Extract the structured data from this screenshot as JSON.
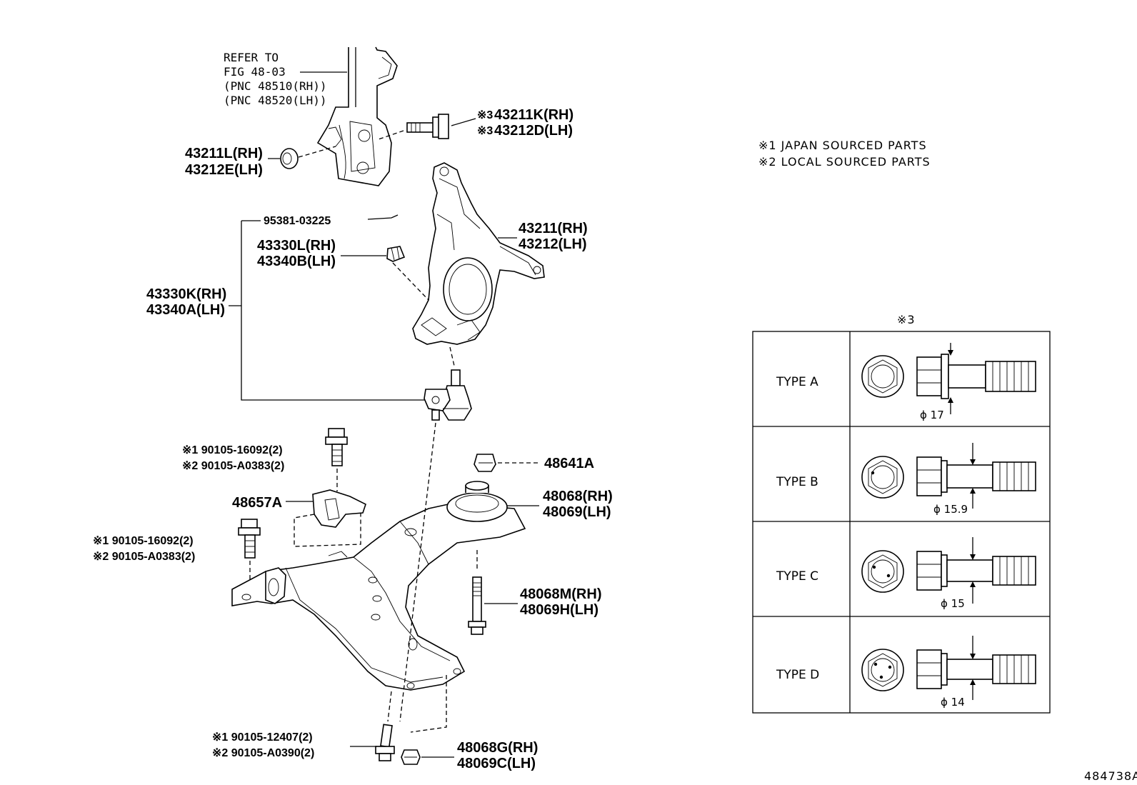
{
  "diagram": {
    "figure_id": "484738A",
    "refer": {
      "line1": "REFER TO",
      "line2": "FIG 48-03",
      "line3": "(PNC 48510(RH))",
      "line4": "(PNC 48520(LH))"
    },
    "notes": [
      "※1 JAPAN SOURCED PARTS",
      "※2 LOCAL SOURCED PARTS"
    ],
    "callouts": {
      "bolt_strut_rh": "43211K(RH)",
      "bolt_strut_lh": "43212D(LH)",
      "bolt_strut_mark": "※3",
      "nut_strut_rh": "43211L(RH)",
      "nut_strut_lh": "43212E(LH)",
      "pin": "95381-03225",
      "knuckle_rh": "43211(RH)",
      "knuckle_lh": "43212(LH)",
      "nut_ball_rh": "43330L(RH)",
      "nut_ball_lh": "43340B(LH)",
      "balljoint_rh": "43330K(RH)",
      "balljoint_lh": "43340A(LH)",
      "bolt_a_1": "※1 90105-16092(2)",
      "bolt_a_2": "※2 90105-A0383(2)",
      "nut_48641": "48641A",
      "bracket": "48657A",
      "bush_rh": "48068(RH)",
      "bush_lh": "48069(LH)",
      "bolt_b_1": "※1 90105-16092(2)",
      "bolt_b_2": "※2 90105-A0383(2)",
      "bolt_rear_rh": "48068M(RH)",
      "bolt_rear_lh": "48069H(LH)",
      "bolt_c_1": "※1 90105-12407(2)",
      "bolt_c_2": "※2 90105-A0390(2)",
      "nut_arm_rh": "48068G(RH)",
      "nut_arm_lh": "48069C(LH)"
    },
    "type_table": {
      "mark": "※3",
      "rows": [
        {
          "label": "TYPE A",
          "diameter": "ϕ 17"
        },
        {
          "label": "TYPE B",
          "diameter": "ϕ 15.9"
        },
        {
          "label": "TYPE C",
          "diameter": "ϕ 15"
        },
        {
          "label": "TYPE D",
          "diameter": "ϕ 14"
        }
      ]
    }
  }
}
